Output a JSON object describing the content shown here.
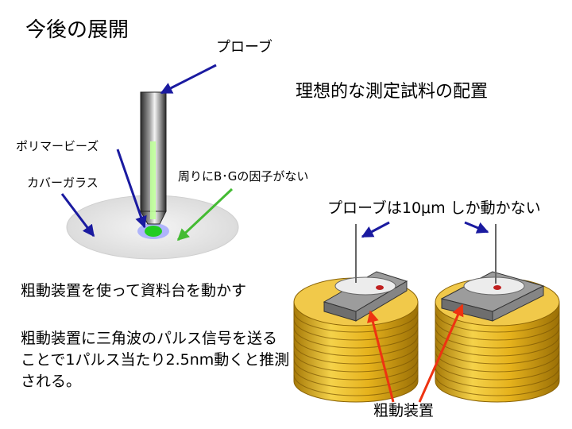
{
  "title": "今後の展開",
  "subtitle": "理想的な測定試料の配置",
  "labels": {
    "probe": "プローブ",
    "polymer_beads": "ポリマービーズ",
    "cover_glass": "カバーガラス",
    "around": "周りにB･Gの因子がない",
    "probe_limit": "プローブは10μm しか動かない",
    "coarse_device": "粗動装置"
  },
  "notes": {
    "move_stage": "粗動装置を使って資料台を動かす",
    "pulse": "粗動装置に三角波のパルス信号を送ることで1パルス当たり2.5nm動くと推測される。"
  },
  "colors": {
    "blue_arrow": "#1a1aa0",
    "green_arrow": "#44bb33",
    "red_arrow": "#ee3311",
    "coil_gold": "#e6b21c",
    "bead_green": "#22cc22"
  }
}
